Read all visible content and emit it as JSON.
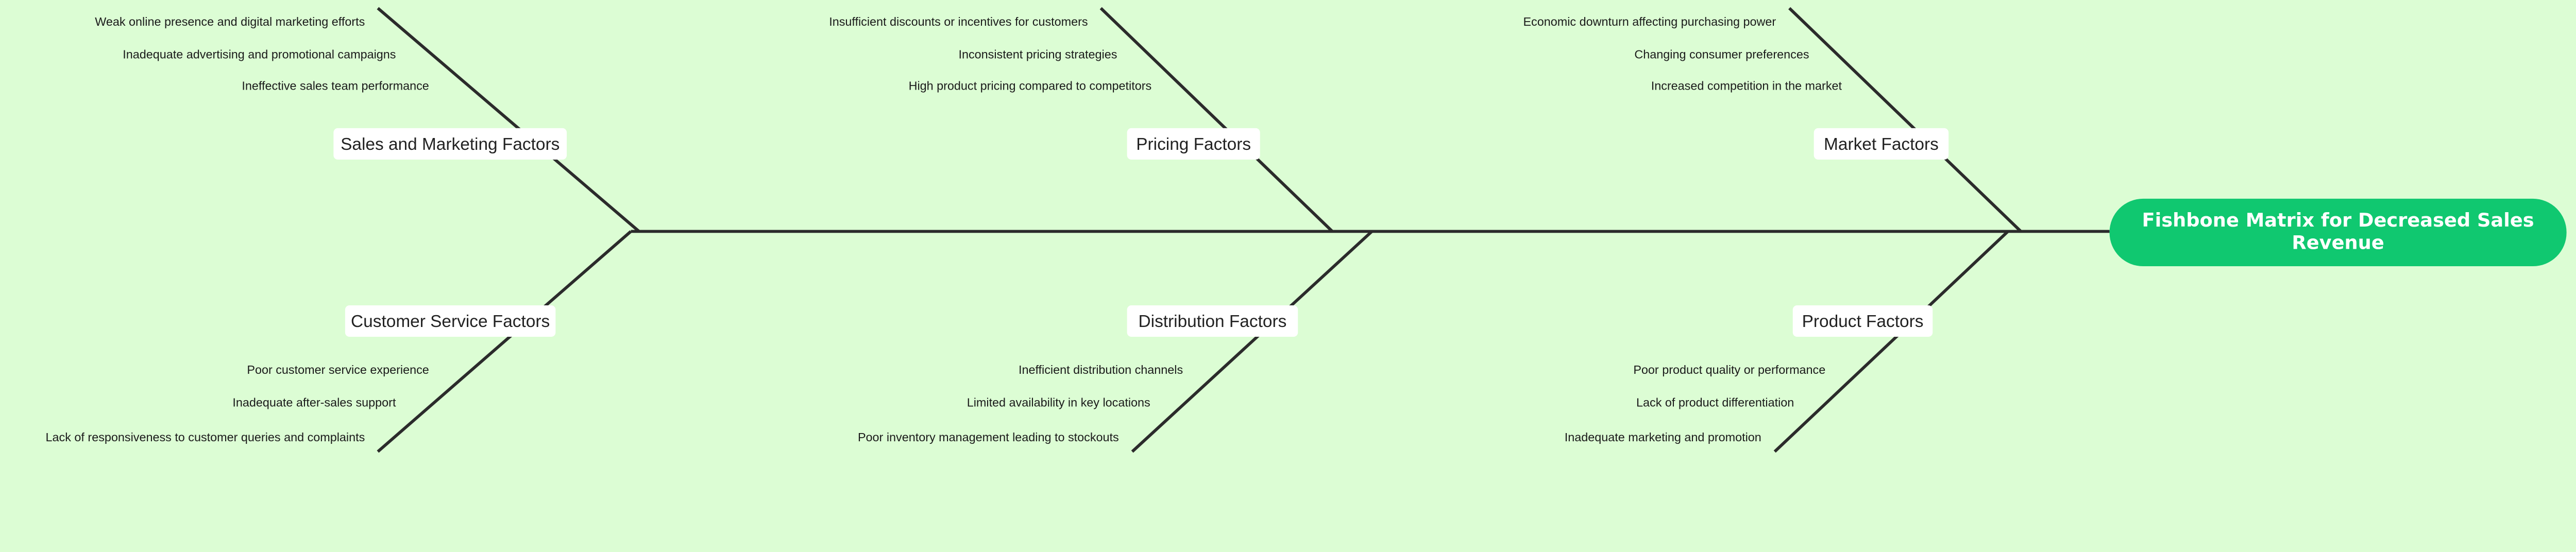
{
  "title": {
    "lines": [
      "Fishbone Matrix for Decreased Sales",
      "Revenue"
    ],
    "color": "#10c870"
  },
  "colors": {
    "background": "#dcfdd4",
    "bone": "#2b2b2b",
    "category_box": "#ffffff"
  },
  "categories": [
    {
      "label": "Sales and Marketing Factors",
      "causes": [
        "Weak online presence and digital marketing efforts",
        "Inadequate advertising and promotional campaigns",
        "Ineffective sales team performance"
      ]
    },
    {
      "label": "Pricing Factors",
      "causes": [
        "Insufficient discounts or incentives for customers",
        "Inconsistent pricing strategies",
        "High product pricing compared to competitors"
      ]
    },
    {
      "label": "Market Factors",
      "causes": [
        "Economic downturn affecting purchasing power",
        "Changing consumer preferences",
        "Increased competition in the market"
      ]
    },
    {
      "label": "Customer Service Factors",
      "causes": [
        "Poor customer service experience",
        "Inadequate after-sales support",
        "Lack of responsiveness to customer queries and complaints"
      ]
    },
    {
      "label": "Distribution Factors",
      "causes": [
        "Inefficient distribution channels",
        "Limited availability in key locations",
        "Poor inventory management leading to stockouts"
      ]
    },
    {
      "label": "Product Factors",
      "causes": [
        "Poor product quality or performance",
        "Lack of product differentiation",
        "Inadequate marketing and promotion"
      ]
    }
  ]
}
